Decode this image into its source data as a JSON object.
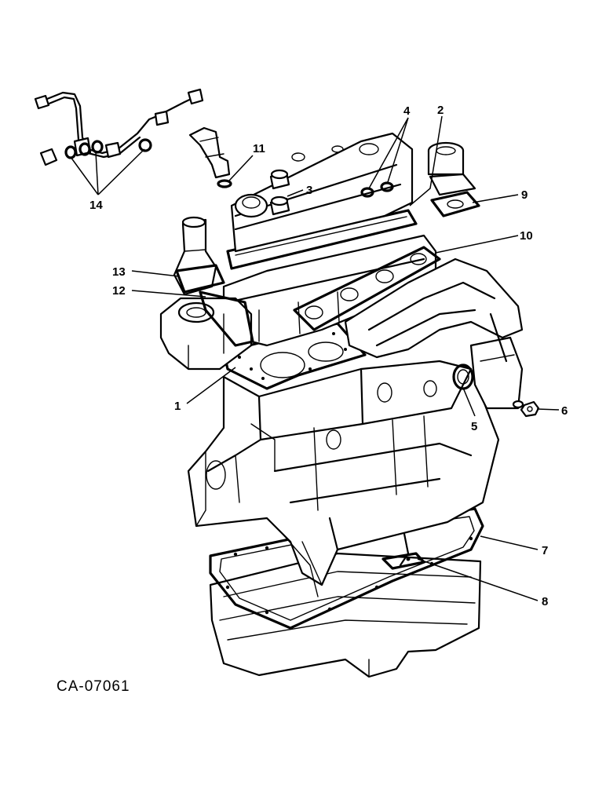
{
  "drawing_code": "CA-07061",
  "callouts": [
    "1",
    "2",
    "3",
    "4",
    "5",
    "6",
    "7",
    "8",
    "9",
    "10",
    "11",
    "12",
    "13",
    "14"
  ]
}
